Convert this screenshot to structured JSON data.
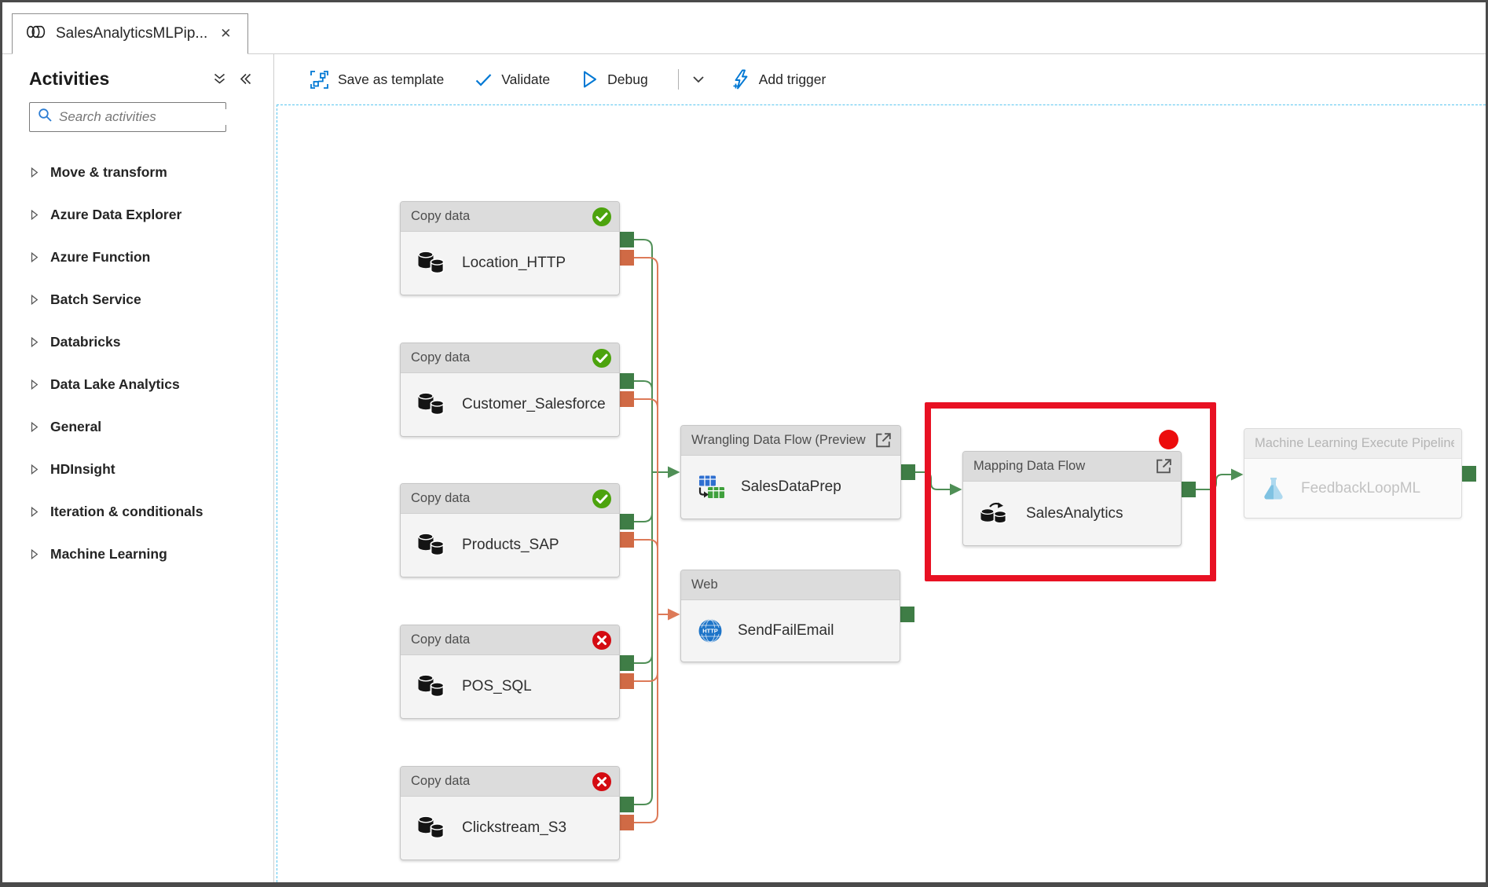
{
  "tab": {
    "title": "SalesAnalyticsMLPip...",
    "close_glyph": "✕"
  },
  "sidebar": {
    "title": "Activities",
    "search": {
      "placeholder": "Search activities"
    },
    "items": [
      {
        "label": "Move & transform"
      },
      {
        "label": "Azure Data Explorer"
      },
      {
        "label": "Azure Function"
      },
      {
        "label": "Batch Service"
      },
      {
        "label": "Databricks"
      },
      {
        "label": "Data Lake Analytics"
      },
      {
        "label": "General"
      },
      {
        "label": "HDInsight"
      },
      {
        "label": "Iteration & conditionals"
      },
      {
        "label": "Machine Learning"
      }
    ]
  },
  "toolbar": {
    "save_as_template": "Save as template",
    "validate": "Validate",
    "debug": "Debug",
    "add_trigger": "Add trigger"
  },
  "canvas": {
    "nodes": [
      {
        "type_label": "Copy data",
        "name": "Location_HTTP",
        "status": "succeeded"
      },
      {
        "type_label": "Copy data",
        "name": "Customer_Salesforce",
        "status": "succeeded"
      },
      {
        "type_label": "Copy data",
        "name": "Products_SAP",
        "status": "succeeded"
      },
      {
        "type_label": "Copy data",
        "name": "POS_SQL",
        "status": "failed"
      },
      {
        "type_label": "Copy data",
        "name": "Clickstream_S3",
        "status": "failed"
      },
      {
        "type_label": "Wrangling Data Flow (Preview",
        "name": "SalesDataPrep"
      },
      {
        "type_label": "Web",
        "name": "SendFailEmail"
      },
      {
        "type_label": "Mapping Data Flow",
        "name": "SalesAnalytics",
        "annotated": true
      },
      {
        "type_label": "Machine Learning Execute Pipeline",
        "name": "FeedbackLoopML",
        "disabled": true
      }
    ],
    "edges": [
      {
        "from": "each Copy data success port",
        "to": "SalesDataPrep",
        "type": "success"
      },
      {
        "from": "each Copy data failure port",
        "to": "SendFailEmail",
        "type": "failure"
      },
      {
        "from": "SalesDataPrep",
        "to": "SalesAnalytics",
        "type": "success"
      },
      {
        "from": "SalesAnalytics",
        "to": "FeedbackLoopML",
        "type": "success"
      }
    ]
  },
  "colors": {
    "accent_blue": "#0078d4",
    "success_green": "#4ca30d",
    "error_red": "#d40b12",
    "connector_green": "#3f7d46",
    "connector_orange": "#d06a45",
    "wire_green": "#4f8f56",
    "wire_orange": "#dd7a58",
    "annotation_red": "#e81123",
    "canvas_border_blue": "#58c5f0"
  },
  "icons": {
    "pipeline": "horizontal-cylinder outline",
    "search": "magnifier",
    "copy_data": "two black database cylinders",
    "wrangling_data_flow": "blue and green tables with arrow",
    "web": "blue HTTP globe",
    "mapping_data_flow": "two cylinders with arrow",
    "ml_execute_pipeline": "light blue flask",
    "external_link": "open-in-new-window",
    "status_success": "green circle check",
    "status_failed": "red circle cross"
  }
}
